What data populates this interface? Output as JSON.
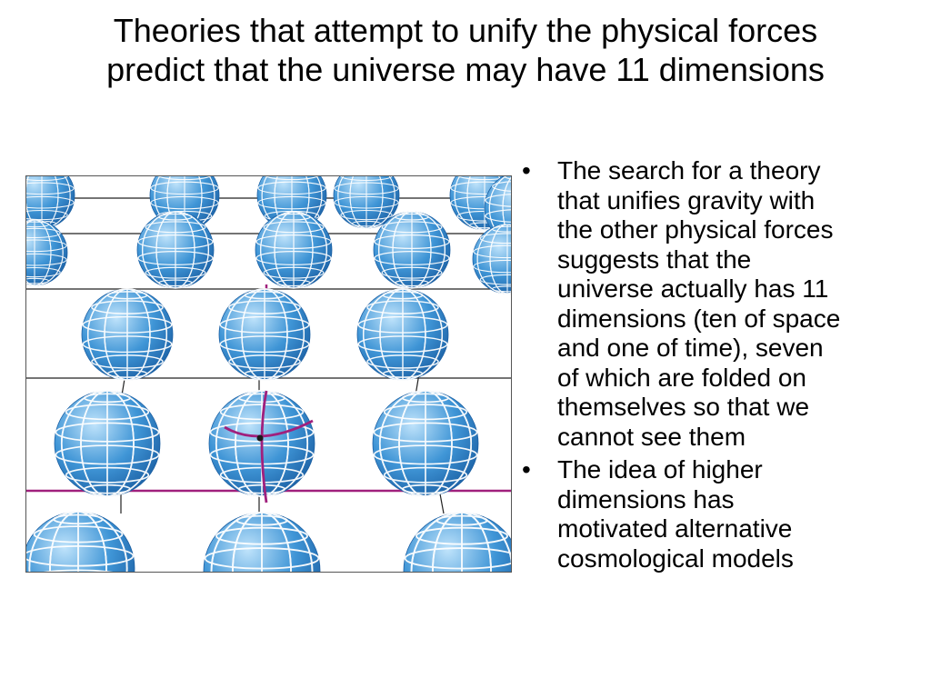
{
  "slide": {
    "title_lines": [
      "Theories that attempt to unify the physical forces",
      "predict that the universe may have 11 dimensions"
    ],
    "bullet_char": "•",
    "bullets": [
      {
        "lines": [
          "The search for a theory",
          "that unifies gravity with",
          "the other physical forces",
          "suggests that the",
          "universe actually has 11",
          "dimensions (ten of space",
          "and one of time), seven",
          "of which are folded on",
          "themselves so that we",
          "cannot see them"
        ]
      },
      {
        "lines": [
          "The idea of higher",
          "dimensions has",
          "motivated alternative",
          "cosmological models"
        ]
      }
    ]
  },
  "figure": {
    "sphere_color": "#3f95d6",
    "sphere_highlight": "#bfe3fb",
    "sphere_shadow": "#1b5fa3",
    "mesh_color": "#ffffff",
    "fold_line_color": "#a0207d",
    "grid_line_color": "#222222"
  }
}
